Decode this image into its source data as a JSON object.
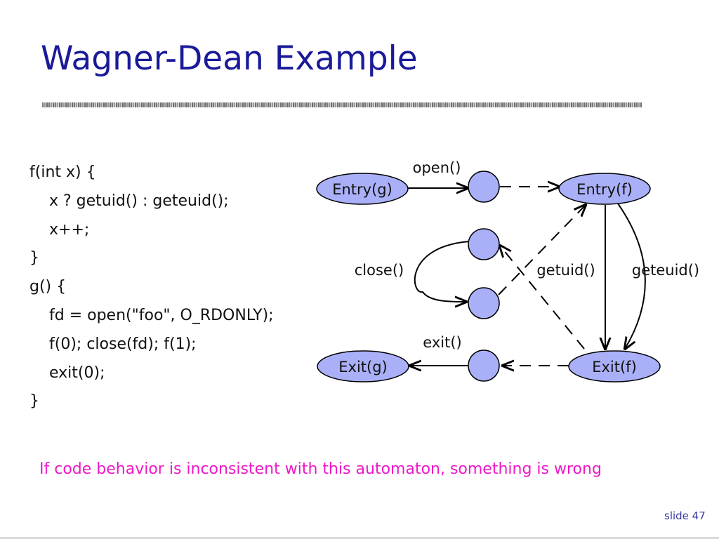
{
  "title": "Wagner-Dean Example",
  "code": {
    "lines": [
      "f(int x) {",
      "x ? getuid() : geteuid();",
      "x++;",
      "}",
      "g() {",
      "fd = open(\"foo\", O_RDONLY);",
      "f(0); close(fd); f(1);",
      "exit(0);",
      "}"
    ]
  },
  "automaton": {
    "states": {
      "entry_g": "Entry(g)",
      "entry_f": "Entry(f)",
      "exit_g": "Exit(g)",
      "exit_f": "Exit(f)"
    },
    "edge_labels": {
      "open": "open()",
      "close": "close()",
      "getuid": "getuid()",
      "geteuid": "geteuid()",
      "exit": "exit()"
    },
    "colors": {
      "node_fill": "#aab0f8",
      "line": "#000000"
    }
  },
  "note": "If code behavior is inconsistent with this automaton, something is wrong",
  "footer": {
    "slide_number": "slide 47"
  }
}
